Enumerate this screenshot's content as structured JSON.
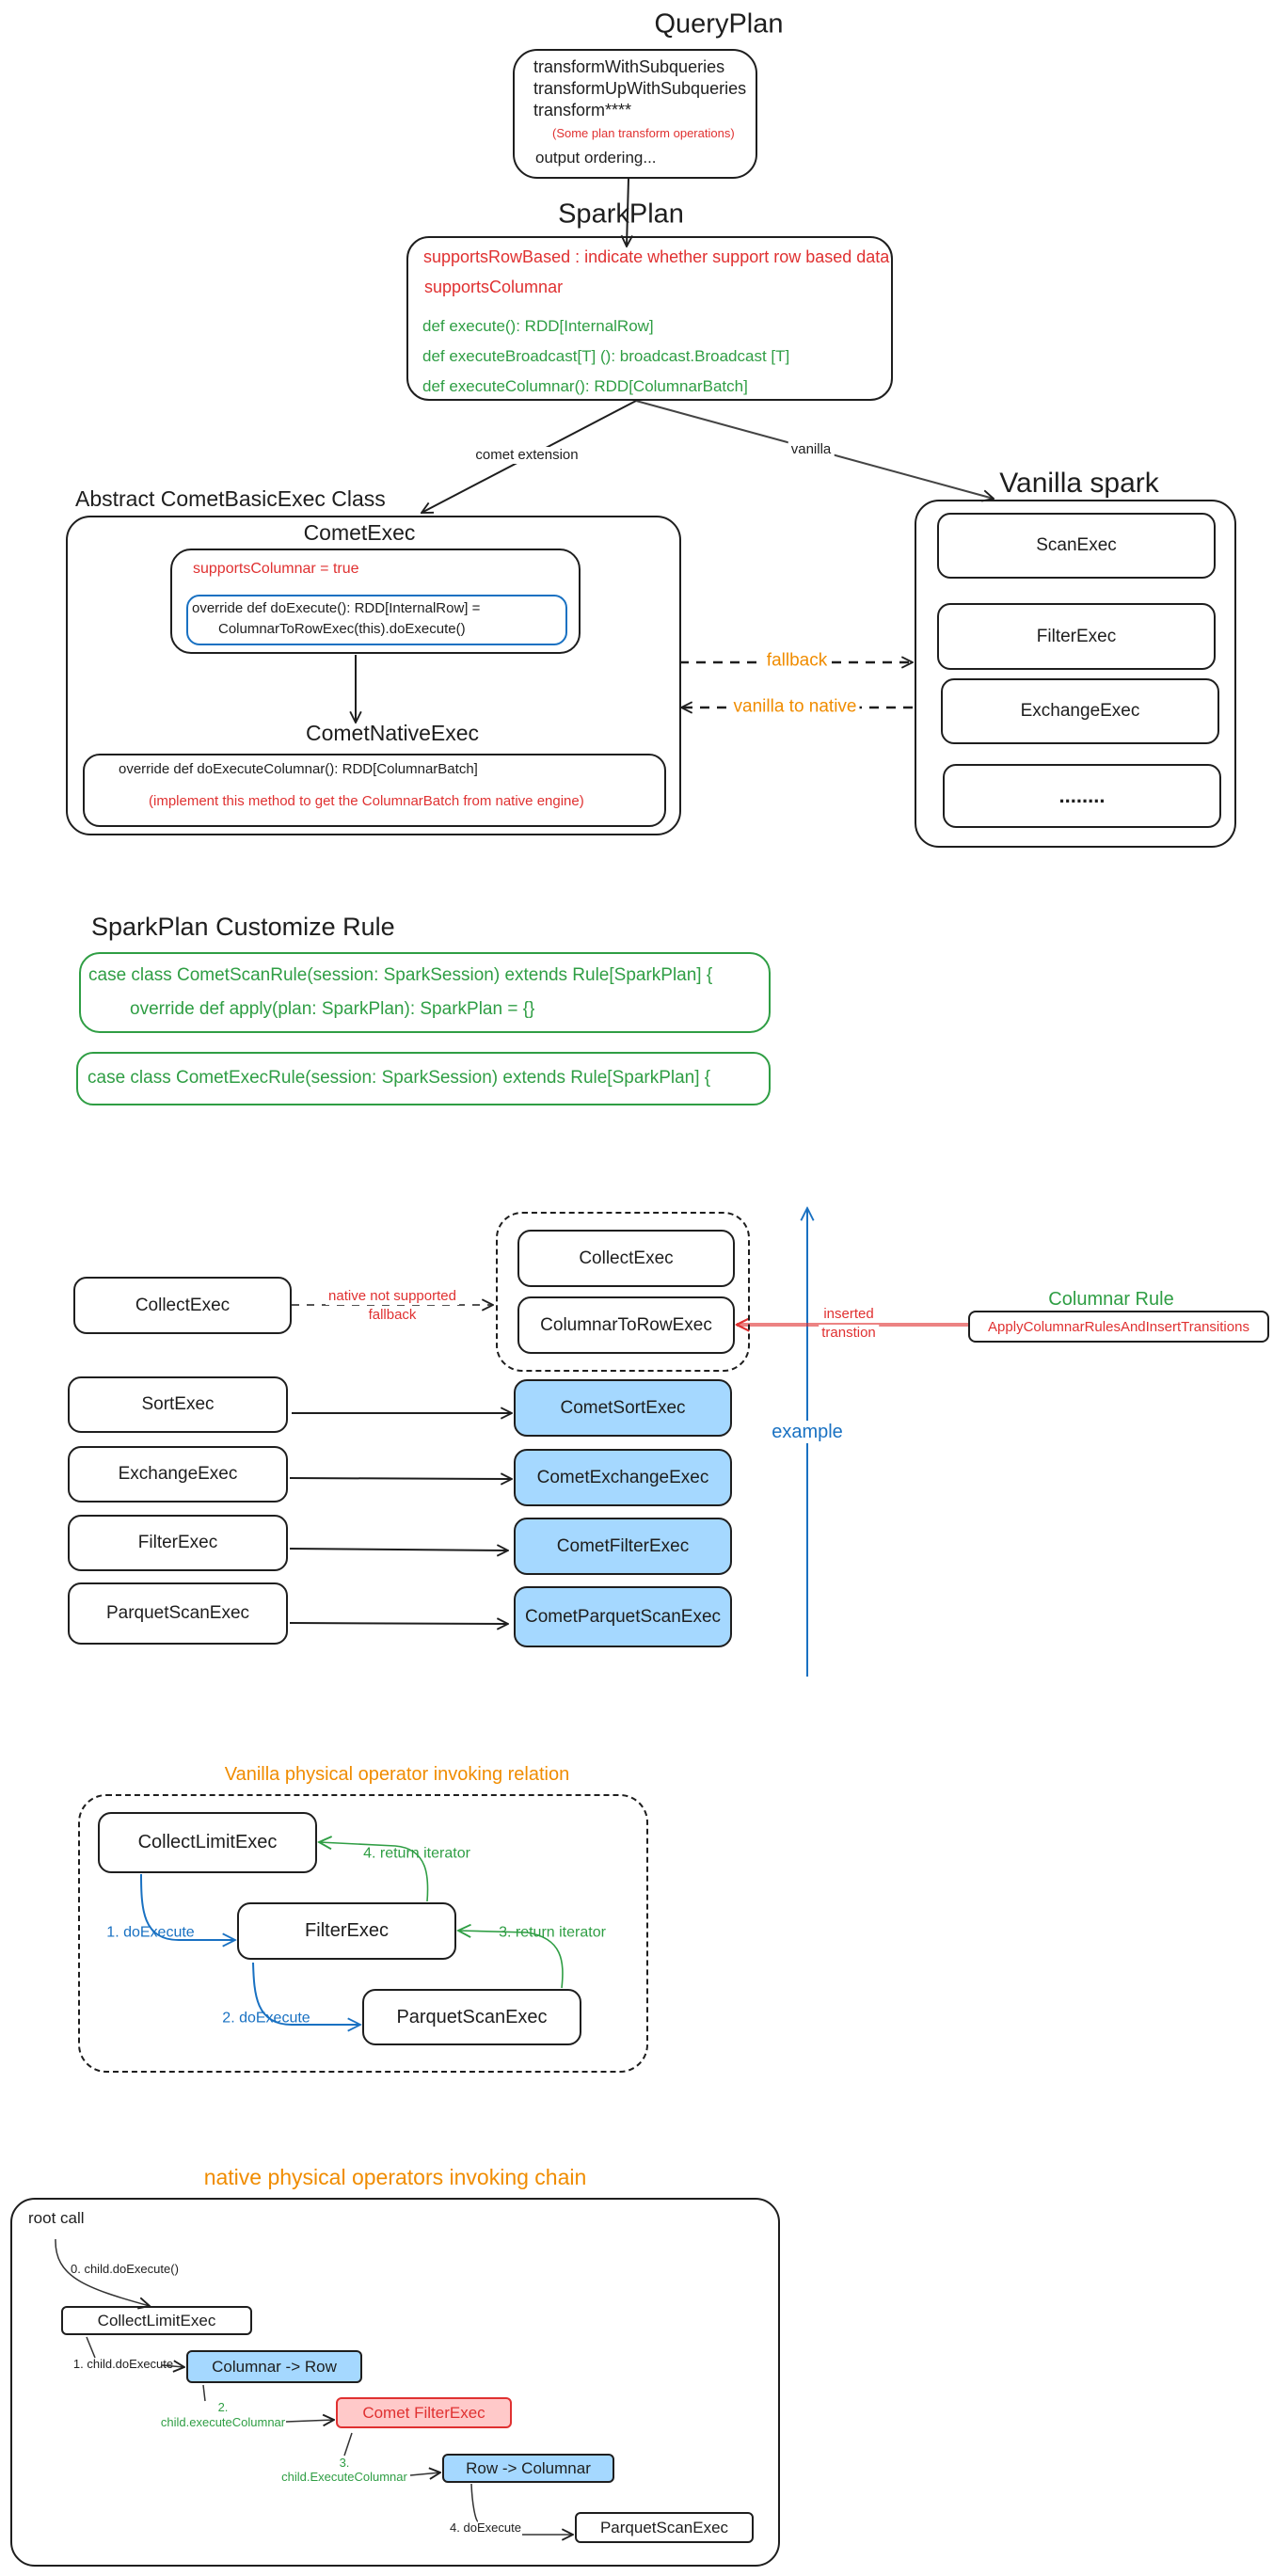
{
  "colors": {
    "red": "#e03131",
    "green": "#2f9e44",
    "blue": "#1971c2",
    "orange": "#f08c00",
    "light_blue_fill": "#a5d8ff",
    "light_red_fill": "#ffc9c9"
  },
  "query_plan": {
    "title": "QueryPlan",
    "lines": [
      "transformWithSubqueries",
      "transformUpWithSubqueries",
      "transform****"
    ],
    "note": "(Some plan transform operations)",
    "last": "output ordering..."
  },
  "spark_plan": {
    "title": "SparkPlan",
    "red_lines": [
      "supportsRowBased : indicate whether support row based data",
      "supportsColumnar"
    ],
    "green_lines": [
      "def execute(): RDD[InternalRow]",
      "def executeBroadcast[T] (): broadcast.Broadcast [T]",
      "def executeColumnar(): RDD[ColumnarBatch]"
    ]
  },
  "edges": {
    "comet_extension": "comet extension",
    "vanilla": "vanilla",
    "fallback": "fallback",
    "vanilla_to_native": "vanilla to native"
  },
  "comet_basic": {
    "title": "Abstract CometBasicExec Class",
    "comet_exec": {
      "title": "CometExec",
      "supports": "supportsColumnar = true",
      "override_1": "override def doExecute(): RDD[InternalRow] =",
      "override_2": "ColumnarToRowExec(this).doExecute()"
    },
    "native": {
      "title": "CometNativeExec",
      "override": "override def doExecuteColumnar(): RDD[ColumnarBatch]",
      "note": "(implement this method to get the ColumnarBatch from native engine)"
    }
  },
  "vanilla_spark": {
    "title": "Vanilla spark",
    "items": [
      "ScanExec",
      "FilterExec",
      "ExchangeExec",
      "........"
    ]
  },
  "rules": {
    "title": "SparkPlan Customize Rule",
    "scan_rule_1": "case class CometScanRule(session: SparkSession) extends Rule[SparkPlan] {",
    "scan_rule_2": "override def apply(plan: SparkPlan): SparkPlan = {}",
    "exec_rule": "case class CometExecRule(session: SparkSession) extends Rule[SparkPlan] {"
  },
  "example": {
    "label": "example",
    "fallback_group": [
      "CollectExec",
      "ColumnarToRowExec"
    ],
    "collect_left": "CollectExec",
    "fallback_label_1": "native not supported",
    "fallback_label_2": "fallback",
    "rows": [
      {
        "from": "SortExec",
        "to": "CometSortExec"
      },
      {
        "from": "ExchangeExec",
        "to": "CometExchangeExec"
      },
      {
        "from": "FilterExec",
        "to": "CometFilterExec"
      },
      {
        "from": "ParquetScanExec",
        "to": "CometParquetScanExec"
      }
    ],
    "columnar_rule_title": "Columnar Rule",
    "columnar_rule": "ApplyColumnarRulesAndInsertTransitions",
    "inserted_1": "inserted",
    "inserted_2": "transtion"
  },
  "vanilla_invoke": {
    "title": "Vanilla physical operator invoking relation",
    "nodes": [
      "CollectLimitExec",
      "FilterExec",
      "ParquetScanExec"
    ],
    "step1": "1. doExecute",
    "step2": "2. doExecute",
    "step3": "3. return iterator",
    "step4": "4. return iterator"
  },
  "native_chain": {
    "title": "native physical operators invoking chain",
    "root": "root call",
    "step0": "0. child.doExecute()",
    "nodes": [
      "CollectLimitExec",
      "Columnar -> Row",
      "Comet FilterExec",
      "Row -> Columnar",
      "ParquetScanExec"
    ],
    "step1": "1. child.doExecute",
    "step2_num": "2.",
    "step2": "child.executeColumnar",
    "step3_num": "3.",
    "step3": "child.ExecuteColumnar",
    "step4": "4. doExecute"
  }
}
